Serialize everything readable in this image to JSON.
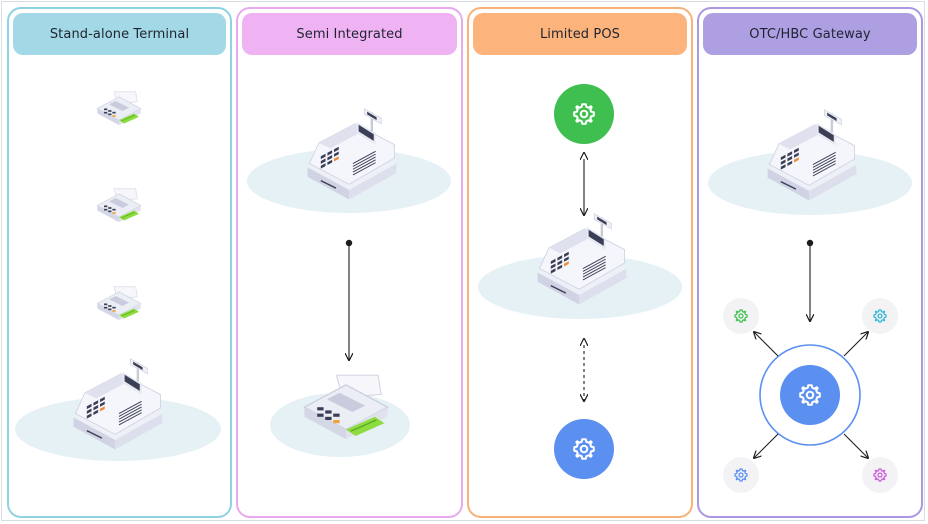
{
  "columns": [
    {
      "id": "standalone",
      "title": "Stand-alone Terminal",
      "border": "#8ed3e2",
      "header_bg": "#a3d8e6"
    },
    {
      "id": "semi",
      "title": "Semi Integrated",
      "border": "#e9a9ee",
      "header_bg": "#efb2f3"
    },
    {
      "id": "limited",
      "title": "Limited POS",
      "border": "#f7b27a",
      "header_bg": "#fcb47c"
    },
    {
      "id": "gateway",
      "title": "OTC/HBC Gateway",
      "border": "#ab98e0",
      "header_bg": "#ae9fe3"
    }
  ],
  "colors": {
    "green_gear": "#3fbf4f",
    "blue_gear": "#5b8ff0",
    "platform": "#e6f1f6",
    "card_green": "#8ddc3f"
  },
  "icons": [
    "cash-register-icon",
    "card-terminal-icon",
    "gear-icon"
  ]
}
